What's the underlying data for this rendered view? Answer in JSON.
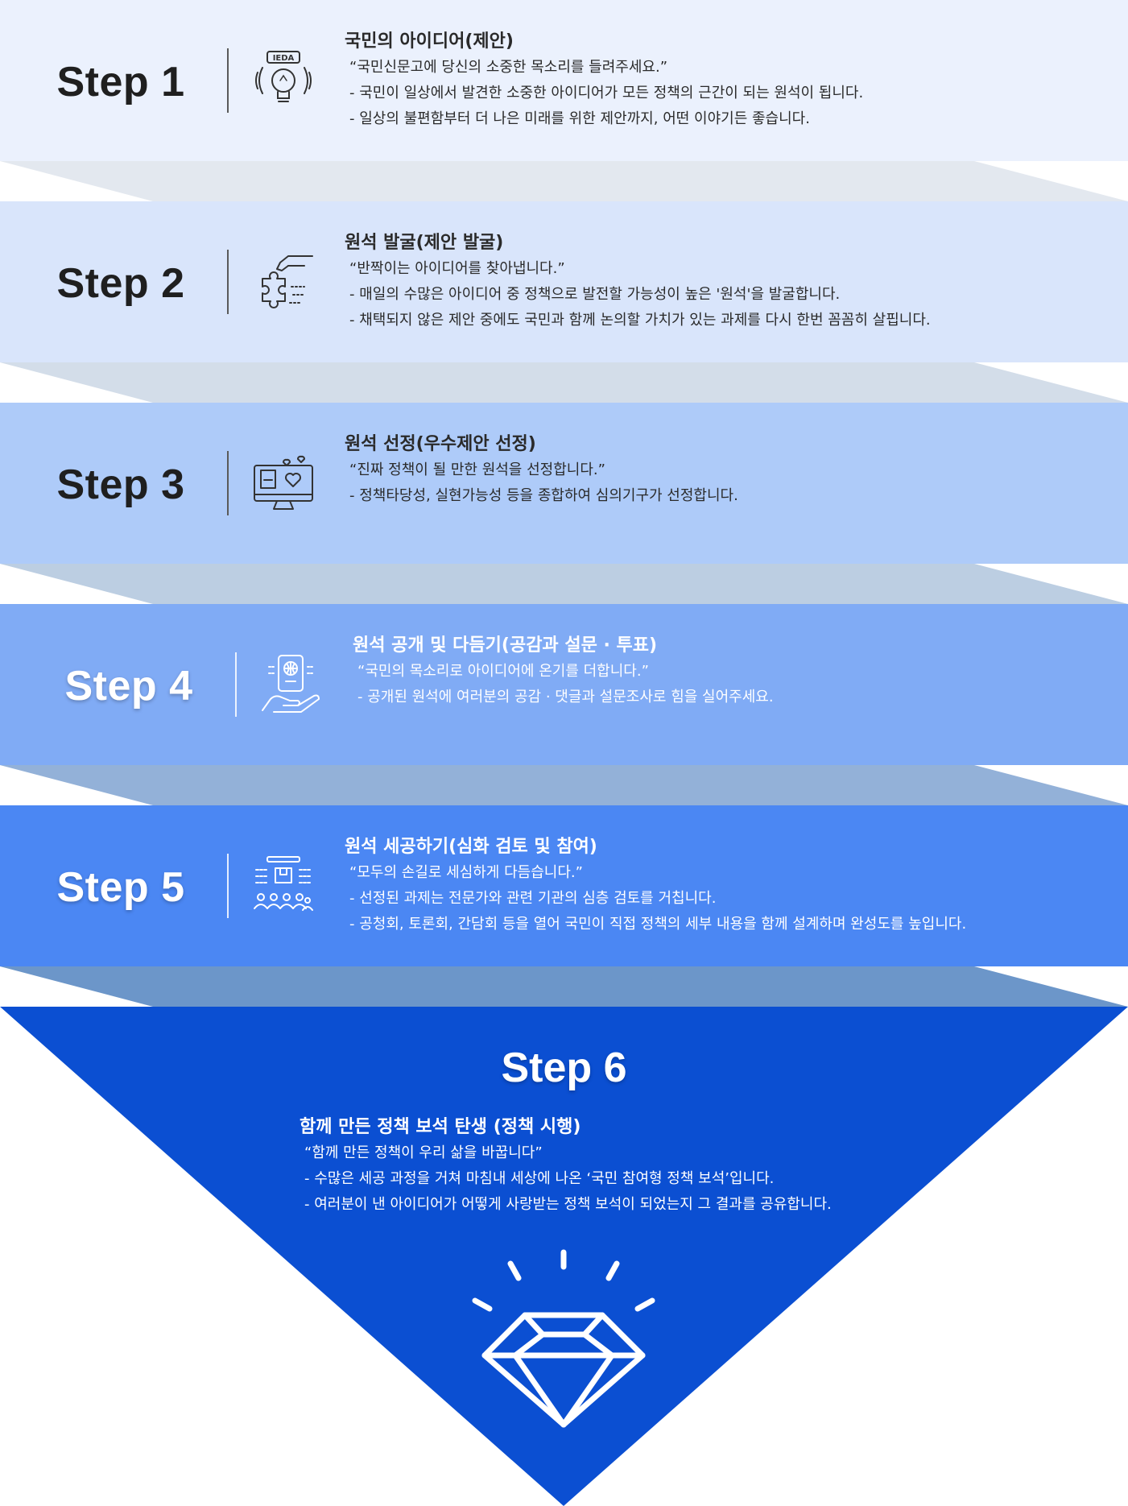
{
  "colors": {
    "band1": "#ebf1fd",
    "band2": "#d9e5fb",
    "band3": "#aecbf9",
    "band4": "#80abf5",
    "band5": "#4b87f3",
    "funnel": "#0b4fd2",
    "connector1": "#e3e8ef",
    "connector2": "#d3dde9",
    "connector3": "#bccee2",
    "connector4": "#93b1d8",
    "connector5": "#6c96c9"
  },
  "steps": [
    {
      "label": "Step 1",
      "icon": "idea-lightbulb-icon",
      "heading": "국민의 아이디어(제안)",
      "quote": "“국민신문고에 당신의 소중한 목소리를 들려주세요.”",
      "bullets": [
        "- 국민이 일상에서 발견한 소중한 아이디어가 모든 정책의 근간이 되는 원석이 됩니다.",
        "- 일상의 불편함부터 더 나은 미래를 위한 제안까지, 어떤 이야기든 좋습니다."
      ]
    },
    {
      "label": "Step 2",
      "icon": "hand-puzzle-icon",
      "heading": "원석 발굴(제안 발굴)",
      "quote": "“반짝이는 아이디어를 찾아냅니다.”",
      "bullets": [
        "- 매일의 수많은 아이디어 중 정책으로 발전할 가능성이 높은 '원석'을 발굴합니다.",
        "- 채택되지 않은 제안 중에도 국민과 함께 논의할 가치가 있는 과제를 다시 한번 꼼꼼히 살핍니다."
      ]
    },
    {
      "label": "Step 3",
      "icon": "monitor-hearts-icon",
      "heading": "원석 선정(우수제안 선정)",
      "quote": "“진짜 정책이 될 만한 원석을 선정합니다.”",
      "bullets": [
        "- 정책타당성, 실현가능성 등을 종합하여 심의기구가 선정합니다."
      ]
    },
    {
      "label": "Step 4",
      "icon": "hand-phone-globe-icon",
      "heading": "원석 공개 및 다듬기(공감과 설문 · 투표)",
      "quote": "“국민의 목소리로 아이디어에 온기를 더합니다.”",
      "bullets": [
        "- 공개된 원석에 여러분의 공감 · 댓글과 설문조사로 힘을 실어주세요."
      ]
    },
    {
      "label": "Step 5",
      "icon": "group-review-icon",
      "heading": "원석 세공하기(심화 검토 및 참여)",
      "quote": "“모두의 손길로 세심하게 다듬습니다.”",
      "bullets": [
        "- 선정된 과제는 전문가와 관련 기관의 심층 검토를 거칩니다.",
        "- 공청회, 토론회, 간담회 등을 열어 국민이 직접 정책의 세부 내용을 함께 설계하며 완성도를 높입니다."
      ]
    },
    {
      "label": "Step 6",
      "icon": "diamond-icon",
      "heading": "함께 만든 정책 보석 탄생 (정책 시행)",
      "quote": "“함께 만든 정책이 우리 삶을 바꿉니다”",
      "bullets": [
        "- 수많은 세공 과정을 거쳐 마침내 세상에 나온 ‘국민 참여형 정책 보석’입니다.",
        "- 여러분이 낸 아이디어가 어떻게 사랑받는 정책 보석이 되었는지 그 결과를 공유합니다."
      ]
    }
  ]
}
